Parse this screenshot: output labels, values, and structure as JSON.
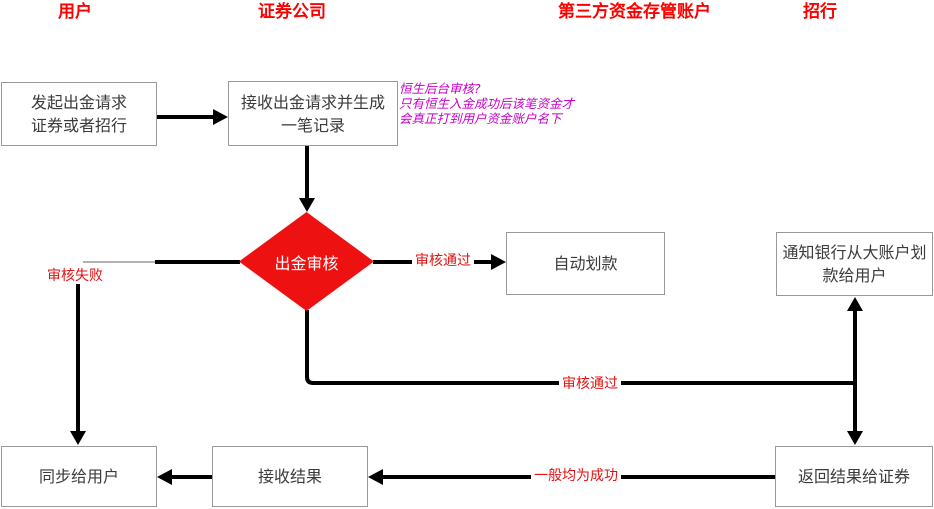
{
  "lanes": [
    {
      "label": "用户"
    },
    {
      "label": "证券公司"
    },
    {
      "label": "第三方资金存管账户"
    },
    {
      "label": "招行"
    }
  ],
  "nodes": {
    "initiate": {
      "label": "发起出金请求\n证券或者招行"
    },
    "receive_request": {
      "label": "接收出金请求并生成\n一笔记录"
    },
    "auto_transfer": {
      "label": "自动划款"
    },
    "notify_bank": {
      "label": "通知银行从大账户划\n款给用户"
    },
    "sync_user": {
      "label": "同步给用户"
    },
    "receive_result": {
      "label": "接收结果"
    },
    "return_result": {
      "label": "返回结果给证券"
    }
  },
  "decision": {
    "label": "出金审核"
  },
  "edge_labels": {
    "fail": "审核失败",
    "pass_right": "审核通过",
    "pass_bottom": "审核通过",
    "usually_success": "一般均为成功"
  },
  "annotation": {
    "text": "恒生后台审核?\n只有恒生入金成功后该笔资金才\n会真正打到用户资金账户名下"
  },
  "colors": {
    "lane_label_red": "#fe0000",
    "edge_label_red": "#e31212",
    "diamond_fill": "#ee1111",
    "annotation_magenta": "#c800c8",
    "connector_black": "#000000",
    "node_border_gray": "#999999"
  }
}
